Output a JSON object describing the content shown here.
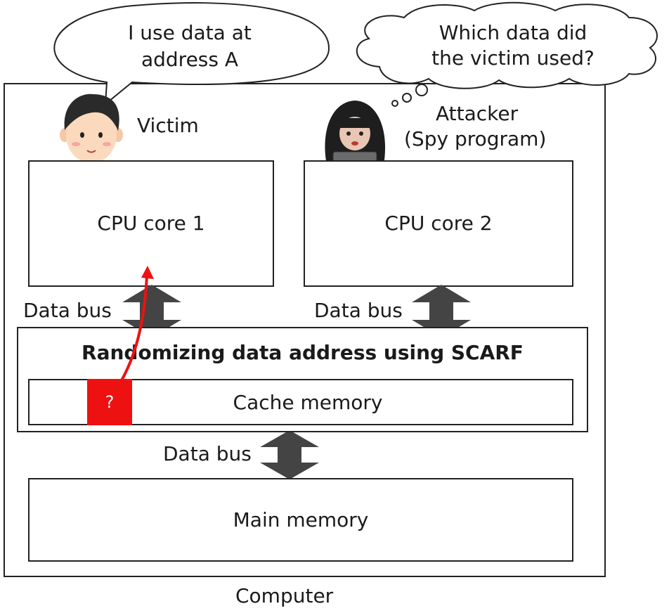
{
  "victim": {
    "speech": [
      "I use data at",
      "address A"
    ],
    "label": "Victim"
  },
  "attacker": {
    "thought": [
      "Which data did",
      "the victim used?"
    ],
    "label": [
      "Attacker",
      "(Spy program)"
    ]
  },
  "cpu1": {
    "label": "CPU core 1"
  },
  "cpu2": {
    "label": "CPU core 2"
  },
  "bus": {
    "label": "Data bus"
  },
  "scarf": {
    "title": "Randomizing data address using SCARF"
  },
  "cache": {
    "label": "Cache memory",
    "unknown_marker": "?"
  },
  "main_memory": {
    "label": "Main memory"
  },
  "computer": {
    "label": "Computer"
  },
  "colors": {
    "accent_red": "#ee1111",
    "arrow_gray": "#444444",
    "border": "#222222"
  }
}
